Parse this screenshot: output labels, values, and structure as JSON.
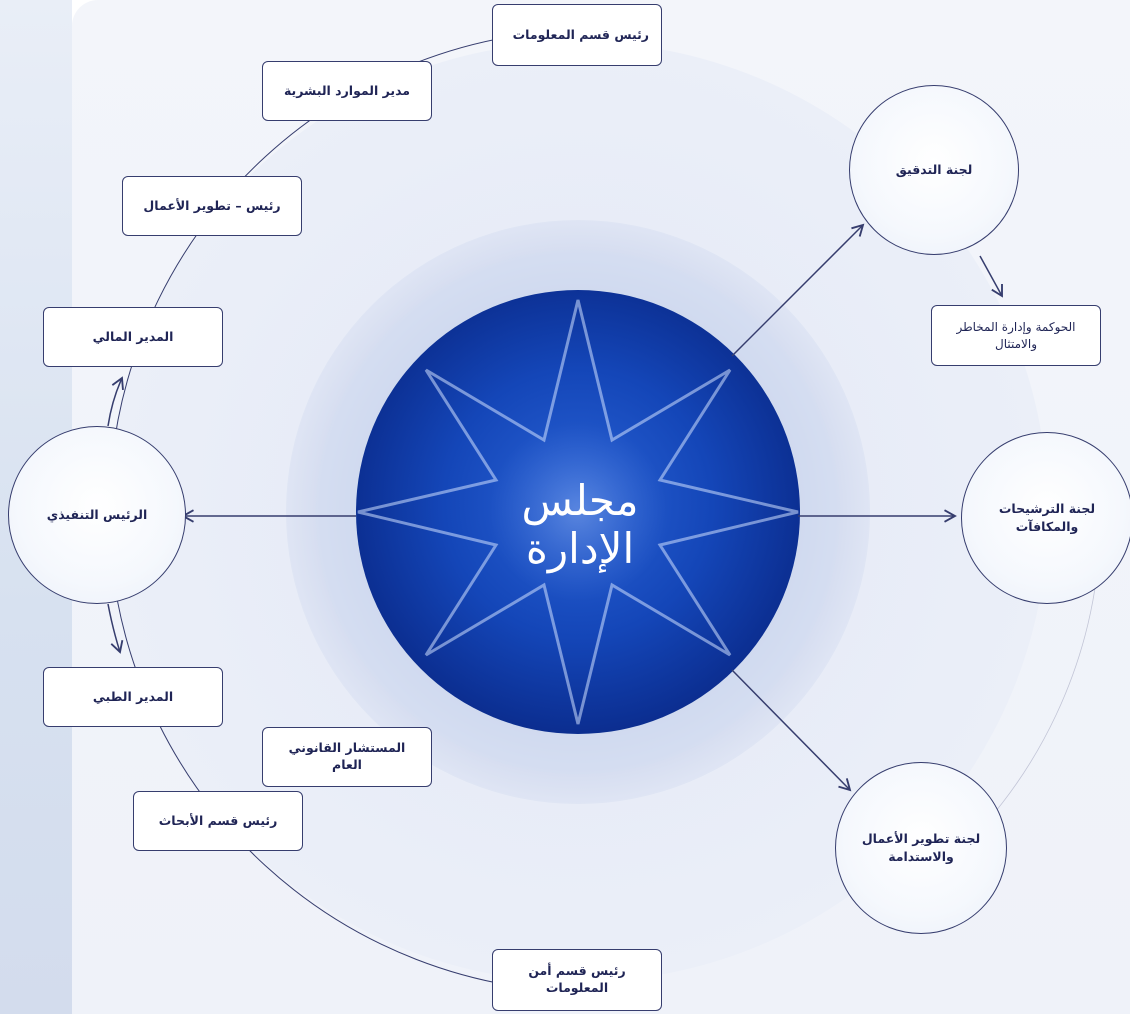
{
  "center": {
    "line1": "مجلس",
    "line2": "الإدارة"
  },
  "left_roles": {
    "it_head": "رئيس قسم المعلومات",
    "hr_director": "مدير الموارد البشرية",
    "bizdev_head": "رئيس – تطوير الأعمال",
    "cfo": "المدير المالي",
    "ceo": "الرئيس التنفيذي",
    "medical_director": "المدير الطبي",
    "research_head": "رئيس قسم الأبحاث",
    "general_counsel": "المستشار القانوني العام",
    "infosec_head": "رئيس قسم أمن المعلومات"
  },
  "committees": {
    "audit": "لجنة التدقيق",
    "audit_scope": "الحوكمة وإدارة المخاطر والامتثال",
    "nominations": "لجنة الترشيحات والمكافآت",
    "bizdev_sustainability": "لجنة تطوير الأعمال والاستدامة"
  },
  "colors": {
    "line": "#363d6e",
    "text": "#1f2455",
    "center_blue": "#1446b8",
    "center_dark": "#0a2a8a"
  },
  "icons": [
    "arrow-icon"
  ]
}
